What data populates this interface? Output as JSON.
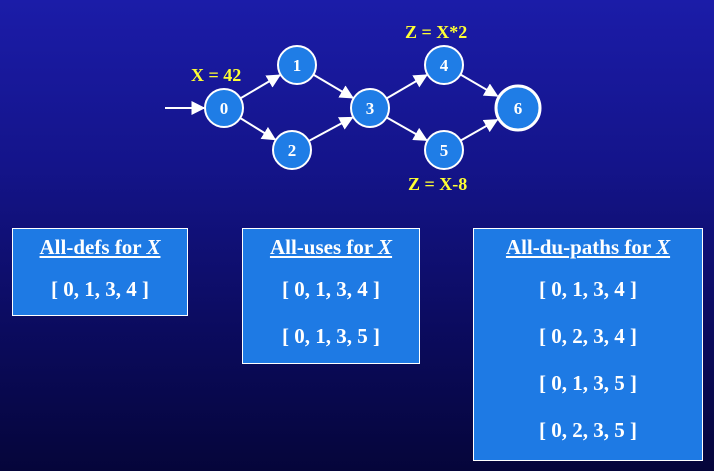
{
  "graph": {
    "nodes": [
      {
        "id": "0",
        "label": "0"
      },
      {
        "id": "1",
        "label": "1"
      },
      {
        "id": "2",
        "label": "2"
      },
      {
        "id": "3",
        "label": "3"
      },
      {
        "id": "4",
        "label": "4"
      },
      {
        "id": "5",
        "label": "5"
      },
      {
        "id": "6",
        "label": "6"
      }
    ],
    "edges": [
      [
        "0",
        "1"
      ],
      [
        "0",
        "2"
      ],
      [
        "1",
        "3"
      ],
      [
        "2",
        "3"
      ],
      [
        "3",
        "4"
      ],
      [
        "3",
        "5"
      ],
      [
        "4",
        "6"
      ],
      [
        "5",
        "6"
      ]
    ],
    "entry_node": "0",
    "final_node": "6",
    "annotations": {
      "def": "X = 42",
      "use4": "Z = X*2",
      "use5": "Z = X-8"
    }
  },
  "panels": {
    "defs": {
      "title_prefix": "All-defs for ",
      "title_var": "X",
      "paths": [
        "[ 0, 1, 3, 4 ]"
      ]
    },
    "uses": {
      "title_prefix": "All-uses for ",
      "title_var": "X",
      "paths": [
        "[ 0, 1, 3, 4 ]",
        "[ 0, 1, 3, 5 ]"
      ]
    },
    "du": {
      "title_prefix": "All-du-paths for ",
      "title_var": "X",
      "paths": [
        "[ 0, 1, 3, 4 ]",
        "[ 0, 2, 3, 4 ]",
        "[ 0, 1, 3, 5 ]",
        "[ 0, 2, 3, 5 ]"
      ]
    }
  },
  "colors": {
    "node_fill": "#1f7de6",
    "annotation": "#ffff33",
    "panel_fill": "#1e7ae4"
  }
}
